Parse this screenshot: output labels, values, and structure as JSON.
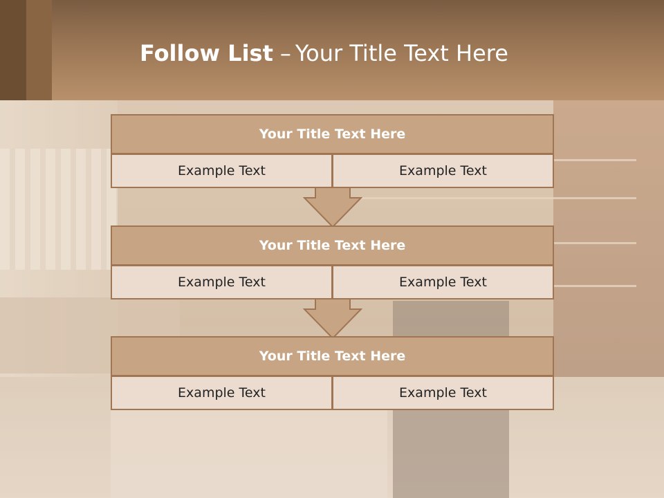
{
  "header": {
    "title_bold": "Follow List",
    "title_dash": "–",
    "title_rest": "Your Title Text Here"
  },
  "blocks": [
    {
      "title": "Your Title Text Here",
      "cells": [
        "Example Text",
        "Example Text"
      ]
    },
    {
      "title": "Your Title Text Here",
      "cells": [
        "Example Text",
        "Example Text"
      ]
    },
    {
      "title": "Your Title Text Here",
      "cells": [
        "Example Text",
        "Example Text"
      ]
    }
  ],
  "colors": {
    "header_dark": "#6c4e32",
    "header_gradient_top": "#7a5c42",
    "header_gradient_bottom": "#b8916b",
    "block_title_fill": "#c7a584",
    "block_cell_fill": "#ecdcd0",
    "block_border": "#a07553",
    "arrow_fill": "#c7a584"
  }
}
